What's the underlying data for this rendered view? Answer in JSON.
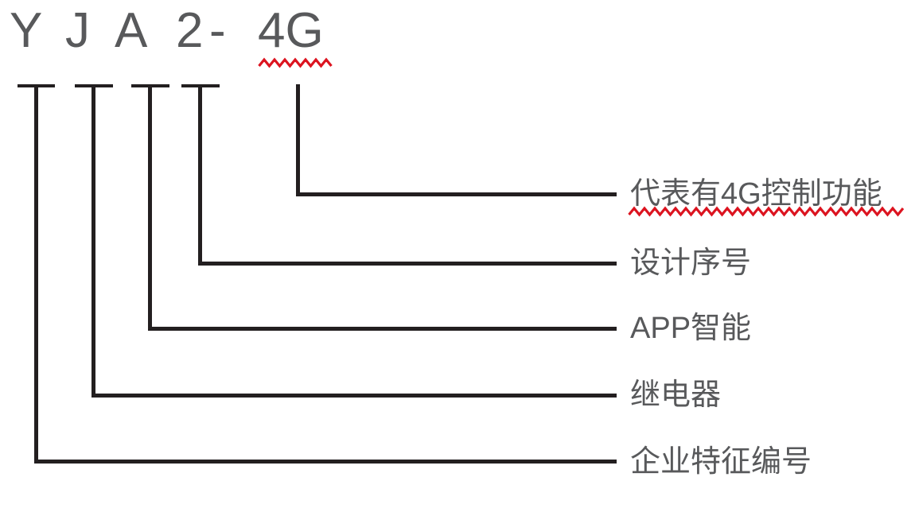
{
  "code": {
    "segments": [
      {
        "char": "Y"
      },
      {
        "char": "J"
      },
      {
        "char": "A"
      },
      {
        "char": "2"
      },
      {
        "char": "-"
      },
      {
        "char": "4G"
      }
    ]
  },
  "labels": [
    {
      "text": "代表有4G控制功能"
    },
    {
      "text": "设计序号"
    },
    {
      "text": "APP智能"
    },
    {
      "text": "继电器"
    },
    {
      "text": "企业特征编号"
    }
  ],
  "colors": {
    "text_gray": "#58595B",
    "line_dark": "#231F20",
    "underline_red": "#DC1420"
  }
}
